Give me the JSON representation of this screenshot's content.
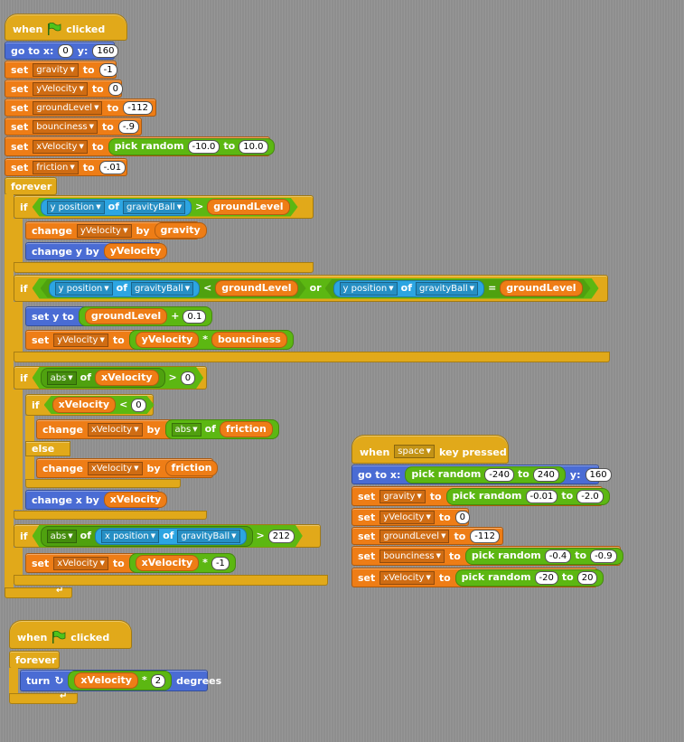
{
  "colors": {
    "motion": "#4a6cd4",
    "variables": "#ee7d16",
    "control": "#e1a91a",
    "operators": "#5cb712",
    "sensing": "#2ca5e2",
    "stage": "#8e8e8e"
  },
  "script1": {
    "hat_when": "when",
    "hat_clicked": "clicked",
    "goto": {
      "label": "go to x:",
      "x": "0",
      "ylabel": "y:",
      "y": "160"
    },
    "set_gravity": {
      "label": "set",
      "var": "gravity",
      "to": "to",
      "value": "-1"
    },
    "set_yvel": {
      "label": "set",
      "var": "yVelocity",
      "to": "to",
      "value": "0"
    },
    "set_ground": {
      "label": "set",
      "var": "groundLevel",
      "to": "to",
      "value": "-112"
    },
    "set_bounce": {
      "label": "set",
      "var": "bounciness",
      "to": "to",
      "value": "-.9"
    },
    "set_xvel": {
      "label": "set",
      "var": "xVelocity",
      "to": "to",
      "pick": "pick random",
      "a": "-10.0",
      "to2": "to",
      "b": "10.0"
    },
    "set_friction": {
      "label": "set",
      "var": "friction",
      "to": "to",
      "value": "-.01"
    },
    "forever": "forever",
    "if1": {
      "if": "if",
      "ypos": "y position",
      "of": "of",
      "sprite": "gravityBall",
      "gt": ">",
      "ground": "groundLevel"
    },
    "if1_change": {
      "change": "change",
      "var": "yVelocity",
      "by": "by",
      "val": "gravity"
    },
    "if1_changey": {
      "label": "change y by",
      "val": "yVelocity"
    },
    "if2": {
      "if": "if",
      "ypos": "y position",
      "of": "of",
      "sprite": "gravityBall",
      "lt": "<",
      "ground": "groundLevel",
      "or": "or",
      "ypos2": "y position",
      "of2": "of",
      "sprite2": "gravityBall",
      "eq": "=",
      "ground2": "groundLevel"
    },
    "if2_sety": {
      "label": "set y to",
      "ground": "groundLevel",
      "plus": "+",
      "val": "0.1"
    },
    "if2_set": {
      "label": "set",
      "var": "yVelocity",
      "to": "to",
      "a": "yVelocity",
      "mul": "*",
      "b": "bounciness"
    },
    "if3": {
      "if": "if",
      "abs": "abs",
      "of": "of",
      "var": "xVelocity",
      "gt": ">",
      "val": "0"
    },
    "if3_inner_if": {
      "if": "if",
      "var": "xVelocity",
      "lt": "<",
      "val": "0"
    },
    "if3_change1": {
      "change": "change",
      "var": "xVelocity",
      "by": "by",
      "abs": "abs",
      "of": "of",
      "val": "friction"
    },
    "else": "else",
    "if3_change2": {
      "change": "change",
      "var": "xVelocity",
      "by": "by",
      "val": "friction"
    },
    "if3_changex": {
      "label": "change x by",
      "val": "xVelocity"
    },
    "if4": {
      "if": "if",
      "abs": "abs",
      "of": "of",
      "xpos": "x position",
      "of2": "of",
      "sprite": "gravityBall",
      "gt": ">",
      "val": "212"
    },
    "if4_set": {
      "label": "set",
      "var": "xVelocity",
      "to": "to",
      "a": "xVelocity",
      "mul": "*",
      "b": "-1"
    }
  },
  "script2": {
    "hat_when": "when",
    "hat_clicked": "clicked",
    "forever": "forever",
    "turn": {
      "label": "turn",
      "var": "xVelocity",
      "mul": "*",
      "val": "2",
      "deg": "degrees"
    }
  },
  "script3": {
    "hat_when": "when",
    "key": "space",
    "hat_pressed": "key pressed",
    "goto": {
      "label": "go to x:",
      "pick": "pick random",
      "a": "-240",
      "to": "to",
      "b": "240",
      "ylabel": "y:",
      "y": "160"
    },
    "set_gravity": {
      "label": "set",
      "var": "gravity",
      "to": "to",
      "pick": "pick random",
      "a": "-0.01",
      "to2": "to",
      "b": "-2.0"
    },
    "set_yvel": {
      "label": "set",
      "var": "yVelocity",
      "to": "to",
      "value": "0"
    },
    "set_ground": {
      "label": "set",
      "var": "groundLevel",
      "to": "to",
      "value": "-112"
    },
    "set_bounce": {
      "label": "set",
      "var": "bounciness",
      "to": "to",
      "pick": "pick random",
      "a": "-0.4",
      "to2": "to",
      "b": "-0.9"
    },
    "set_xvel": {
      "label": "set",
      "var": "xVelocity",
      "to": "to",
      "pick": "pick random",
      "a": "-20",
      "to2": "to",
      "b": "20"
    }
  }
}
